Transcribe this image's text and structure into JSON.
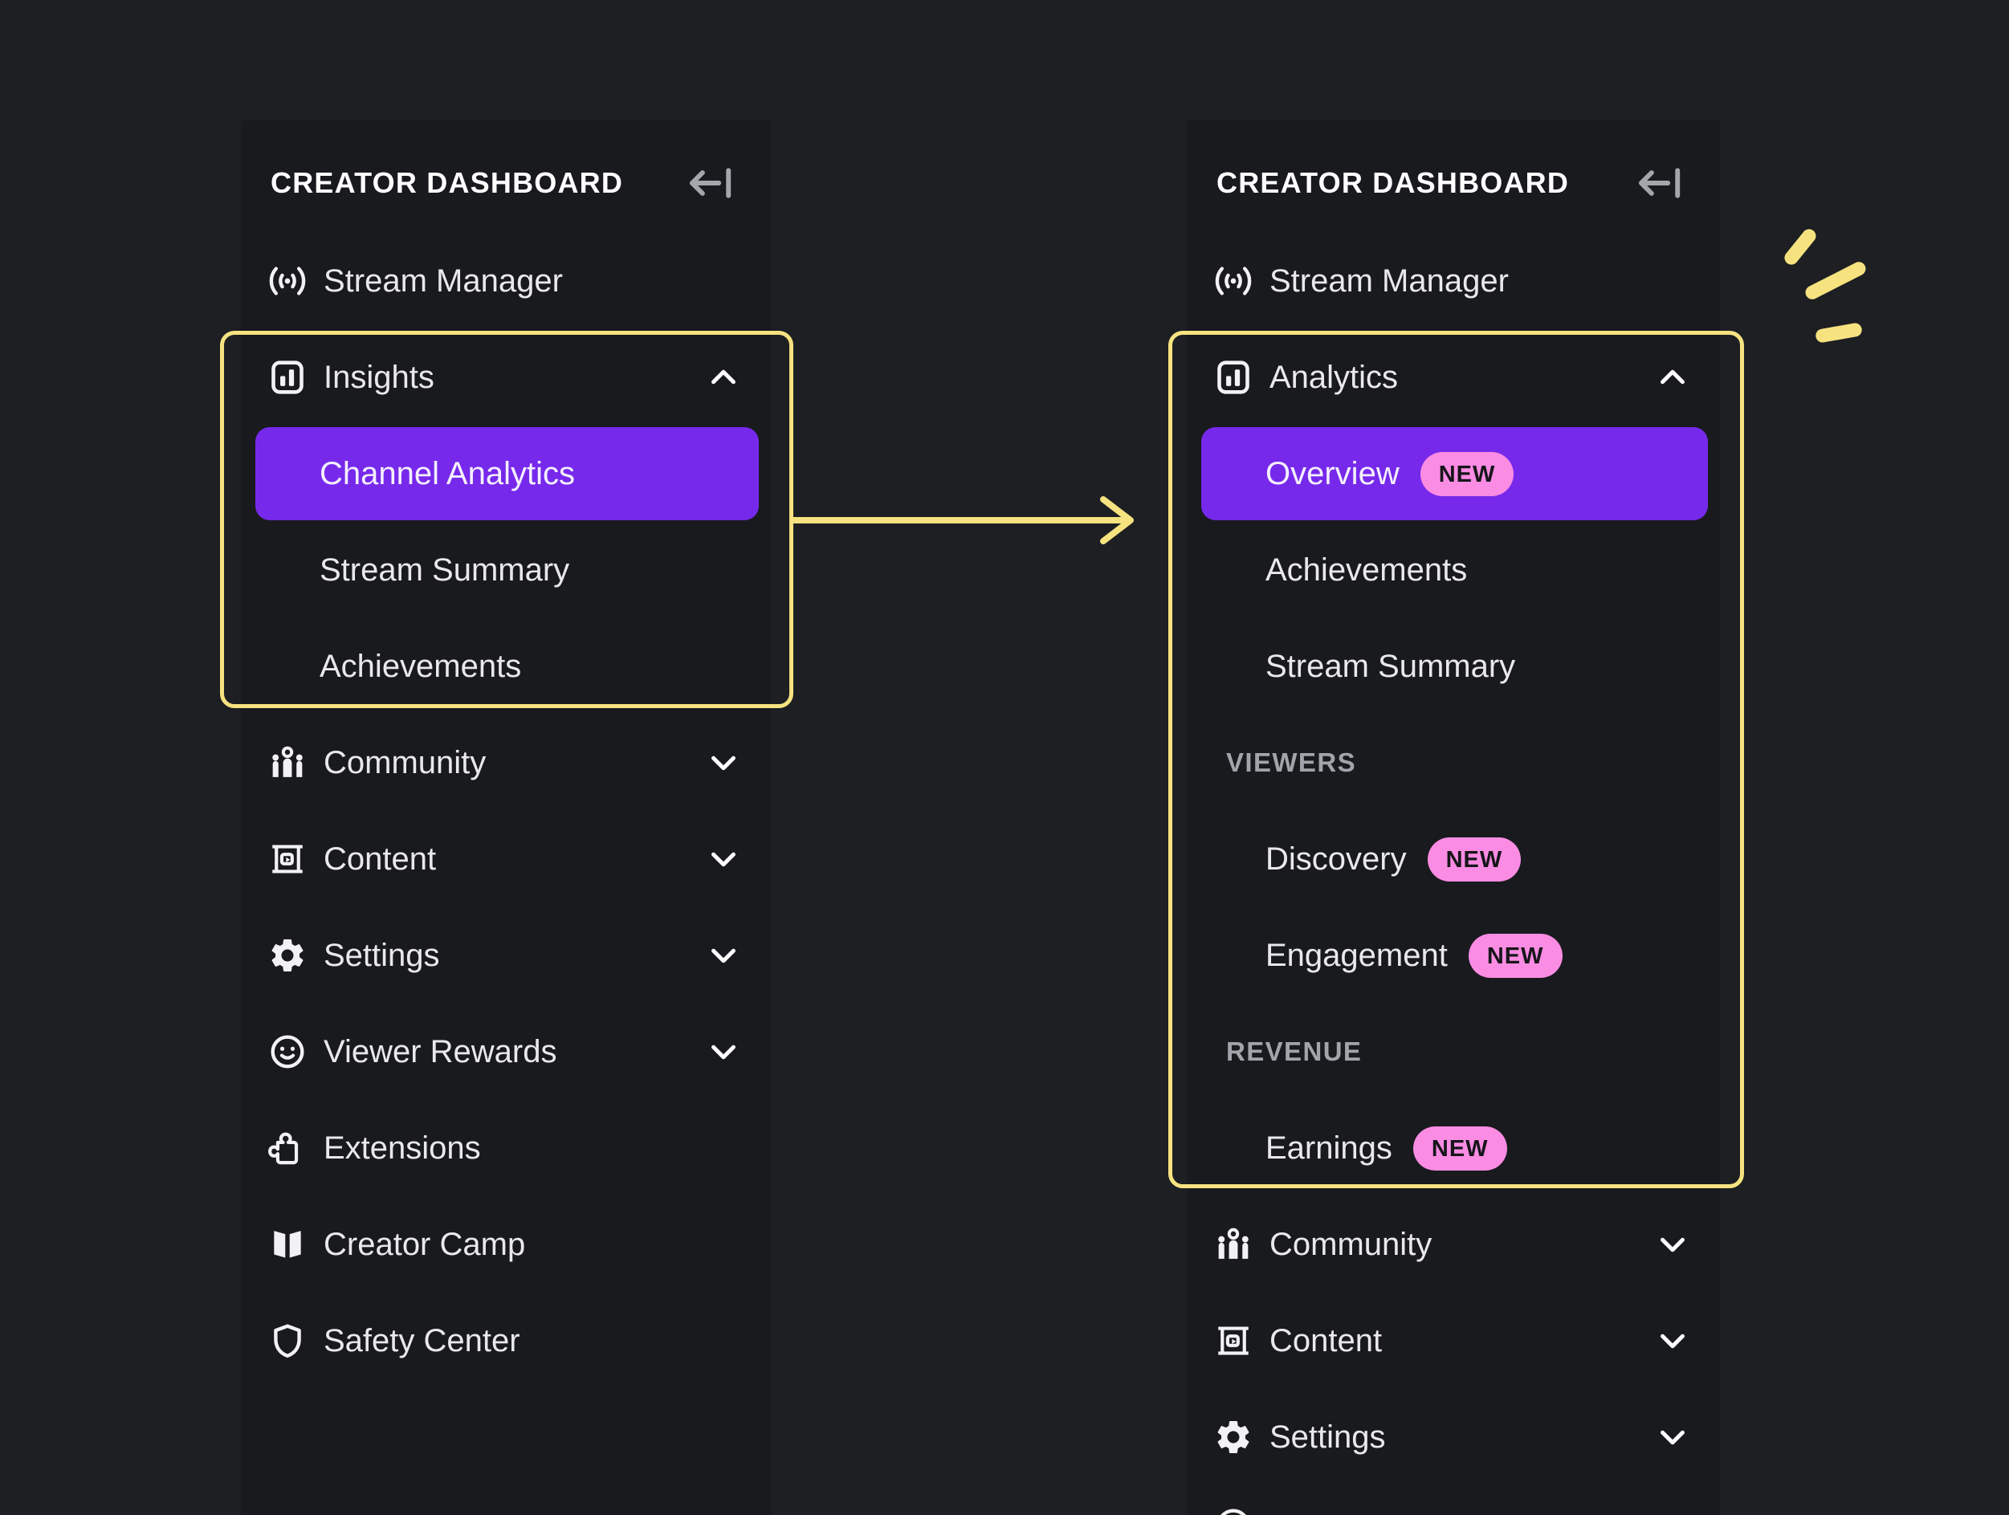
{
  "colors": {
    "background": "#1E1F23",
    "panel_background": "#191A1E",
    "accent_purple": "#7729EB",
    "badge_pink": "#FB8CE3",
    "badge_text": "#16161A",
    "annotation_yellow": "#F6E380",
    "text_primary": "#E9E9EB",
    "text_section": "#A2A3AB",
    "collapse_icon_gray": "#A5A6AC"
  },
  "panels": [
    {
      "id": "before",
      "title": "CREATOR DASHBOARD",
      "collapse_icon": "collapse-sidebar-icon",
      "items": [
        {
          "type": "item",
          "icon": "broadcast-icon",
          "label": "Stream Manager"
        },
        {
          "type": "item",
          "icon": "bar-chart-icon",
          "label": "Insights",
          "chevron": "up"
        },
        {
          "type": "subitem",
          "label": "Channel Analytics",
          "active": true
        },
        {
          "type": "subitem",
          "label": "Stream Summary"
        },
        {
          "type": "subitem",
          "label": "Achievements"
        },
        {
          "type": "item",
          "icon": "people-icon",
          "label": "Community",
          "chevron": "down"
        },
        {
          "type": "item",
          "icon": "video-icon",
          "label": "Content",
          "chevron": "down"
        },
        {
          "type": "item",
          "icon": "gear-icon",
          "label": "Settings",
          "chevron": "down"
        },
        {
          "type": "item",
          "icon": "smiley-icon",
          "label": "Viewer Rewards",
          "chevron": "down"
        },
        {
          "type": "item",
          "icon": "puzzle-icon",
          "label": "Extensions"
        },
        {
          "type": "item",
          "icon": "book-icon",
          "label": "Creator Camp"
        },
        {
          "type": "item",
          "icon": "shield-icon",
          "label": "Safety Center"
        }
      ]
    },
    {
      "id": "after",
      "title": "CREATOR DASHBOARD",
      "collapse_icon": "collapse-sidebar-icon",
      "items": [
        {
          "type": "item",
          "icon": "broadcast-icon",
          "label": "Stream Manager"
        },
        {
          "type": "item",
          "icon": "bar-chart-icon",
          "label": "Analytics",
          "chevron": "up"
        },
        {
          "type": "subitem",
          "label": "Overview",
          "badge": "NEW",
          "active": true
        },
        {
          "type": "subitem",
          "label": "Achievements"
        },
        {
          "type": "subitem",
          "label": "Stream Summary"
        },
        {
          "type": "section",
          "label": "VIEWERS"
        },
        {
          "type": "subitem",
          "label": "Discovery",
          "badge": "NEW"
        },
        {
          "type": "subitem",
          "label": "Engagement",
          "badge": "NEW"
        },
        {
          "type": "section",
          "label": "REVENUE"
        },
        {
          "type": "subitem",
          "label": "Earnings",
          "badge": "NEW"
        },
        {
          "type": "item",
          "icon": "people-icon",
          "label": "Community",
          "chevron": "down"
        },
        {
          "type": "item",
          "icon": "video-icon",
          "label": "Content",
          "chevron": "down"
        },
        {
          "type": "item",
          "icon": "gear-icon",
          "label": "Settings",
          "chevron": "down"
        },
        {
          "type": "partial",
          "icon": "smiley-icon",
          "label": ""
        }
      ]
    }
  ],
  "annotations": {
    "highlight_color": "#F6E380",
    "highlight_boxes": 2,
    "arrow_direction": "right",
    "emphasis_marks": 3
  }
}
